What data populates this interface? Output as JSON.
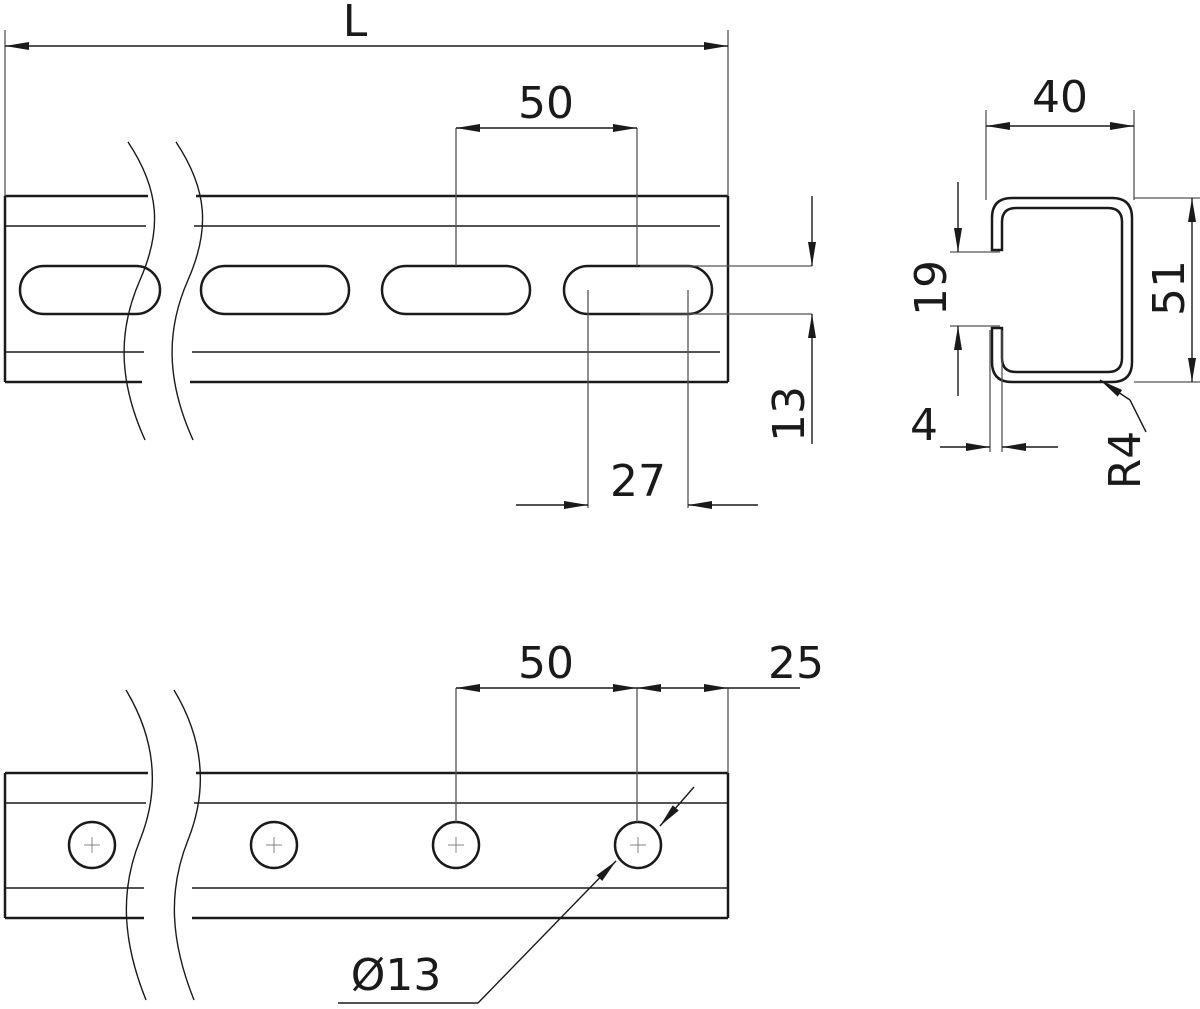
{
  "side_view": {
    "length_label": "L",
    "slot_pitch_label": "50",
    "slot_width_label": "13",
    "slot_length_label": "27"
  },
  "profile": {
    "width_label": "40",
    "height_label": "51",
    "opening_label": "19",
    "thickness_label": "4",
    "radius_label": "R4"
  },
  "bottom_view": {
    "hole_pitch_label": "50",
    "end_distance_label": "25",
    "hole_diameter_label": "Ø13"
  }
}
